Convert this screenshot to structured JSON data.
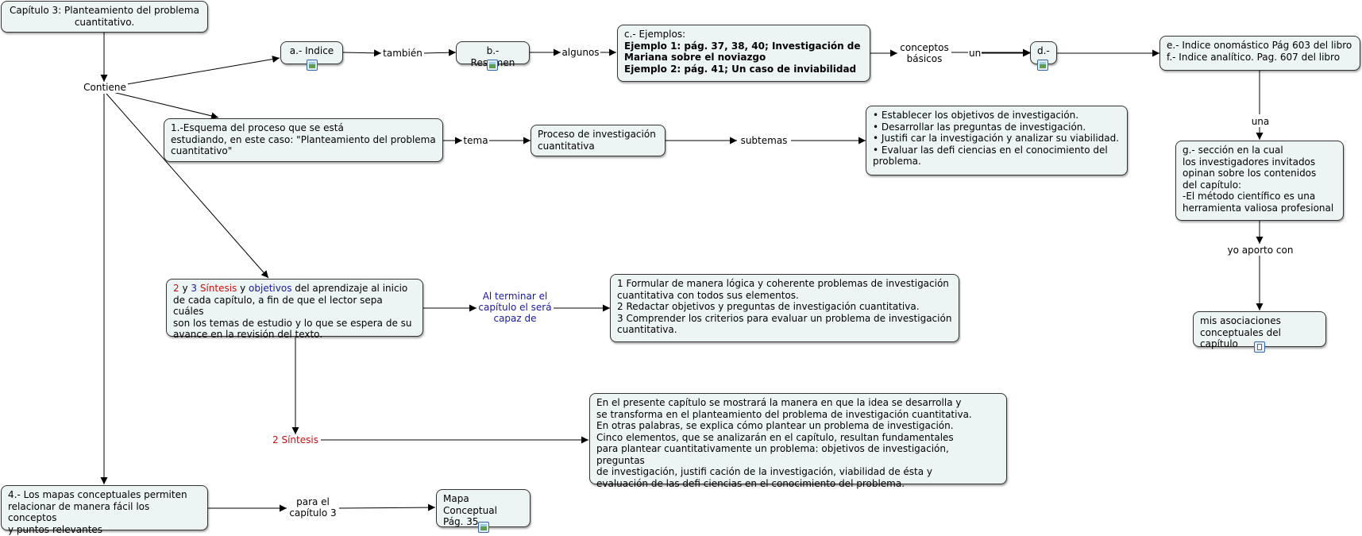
{
  "nodes": {
    "capitulo": "Capítulo 3: Planteamiento del problema\ncuantitativo.",
    "indice": "a.- Indice",
    "resumen": "b.- Resumen",
    "ejemplos_title": "c.- Ejemplos:",
    "ejemplos_lines": [
      "Ejemplo 1: pág. 37, 38, 40; Investigación de",
      "Mariana sobre el noviazgo",
      "Ejemplo 2: pág. 41; Un caso de inviabilidad"
    ],
    "d": "d.-",
    "indices_ef": "e.- Indice onomástico Pág 603 del libro\nf.- Indice analítico. Pag. 607 del libro",
    "esquema": "1.-Esquema del proceso que se está\nestudiando, en este caso: \"Planteamiento del problema\ncuantitativo\"",
    "proceso": "Proceso de investigación\ncuantitativa",
    "subtemas_list": [
      "Establecer los objetivos de investigación.",
      "Desarrollar las preguntas de investigación.",
      "Justifi car la investigación y analizar su viabilidad.",
      "Evaluar las defi ciencias en el conocimiento del\nproblema."
    ],
    "g": "g.- sección en la cual\nlos investigadores invitados\nopinan sobre los contenidos\ndel capítulo:\n-El método científico es una\nherramienta valiosa profesional",
    "sintesis": {
      "num2": "2",
      "y1": " y ",
      "num3": "3",
      "word": "  Síntesis",
      "y2": " y ",
      "objetivos": "objetivos",
      "rest": " del aprendizaje al inicio\nde cada capítulo, a fin de que el lector sepa cuáles\nson los temas de estudio y lo que se espera de su\navance en la revisión del texto."
    },
    "formular": "1 Formular de manera lógica y coherente problemas de investigación\ncuantitativa con todos sus elementos.\n2 Redactar objetivos y preguntas de investigación cuantitativa.\n3 Comprender los criterios para evaluar un problema de investigación\ncuantitativa.",
    "asociaciones": "mis asociaciones\nconceptuales del capítulo",
    "presente": "En el presente capítulo se mostrará la manera en que la idea se desarrolla y\nse transforma en el planteamiento del problema de investigación cuantitativa.\nEn otras palabras, se explica cómo plantear un problema de investigación.\nCinco elementos, que se analizarán en el capítulo, resultan fundamentales\npara plantear cuantitativamente un problema: objetivos de investigación, preguntas\nde investigación, justifi cación de la investigación, viabilidad de ésta y\nevaluación de las defi ciencias en el conocimiento del problema.",
    "mapas": "4.- Los mapas conceptuales permiten\nrelacionar de manera fácil los conceptos\ny puntos relevantes",
    "mapa_conceptual": "Mapa Conceptual\nPág. 35"
  },
  "links": {
    "contiene": "Contiene",
    "tambien": "también",
    "algunos": "algunos",
    "conceptos": "conceptos\nbásicos",
    "un": "un",
    "una": "una",
    "tema": "tema",
    "subtemas": "subtemas",
    "yo_aporto": "yo aporto con",
    "al_terminar": "Al terminar el\ncapítulo el será\ncapaz de",
    "sintesis2": "2 Síntesis",
    "para_el": "para el\ncapítulo 3"
  },
  "colors": {
    "node_fill": "#edf4f4",
    "blue_text": "#1a1a9c",
    "red_text": "#cc1111"
  },
  "icons": [
    "image-resource-icon",
    "document-resource-icon"
  ]
}
